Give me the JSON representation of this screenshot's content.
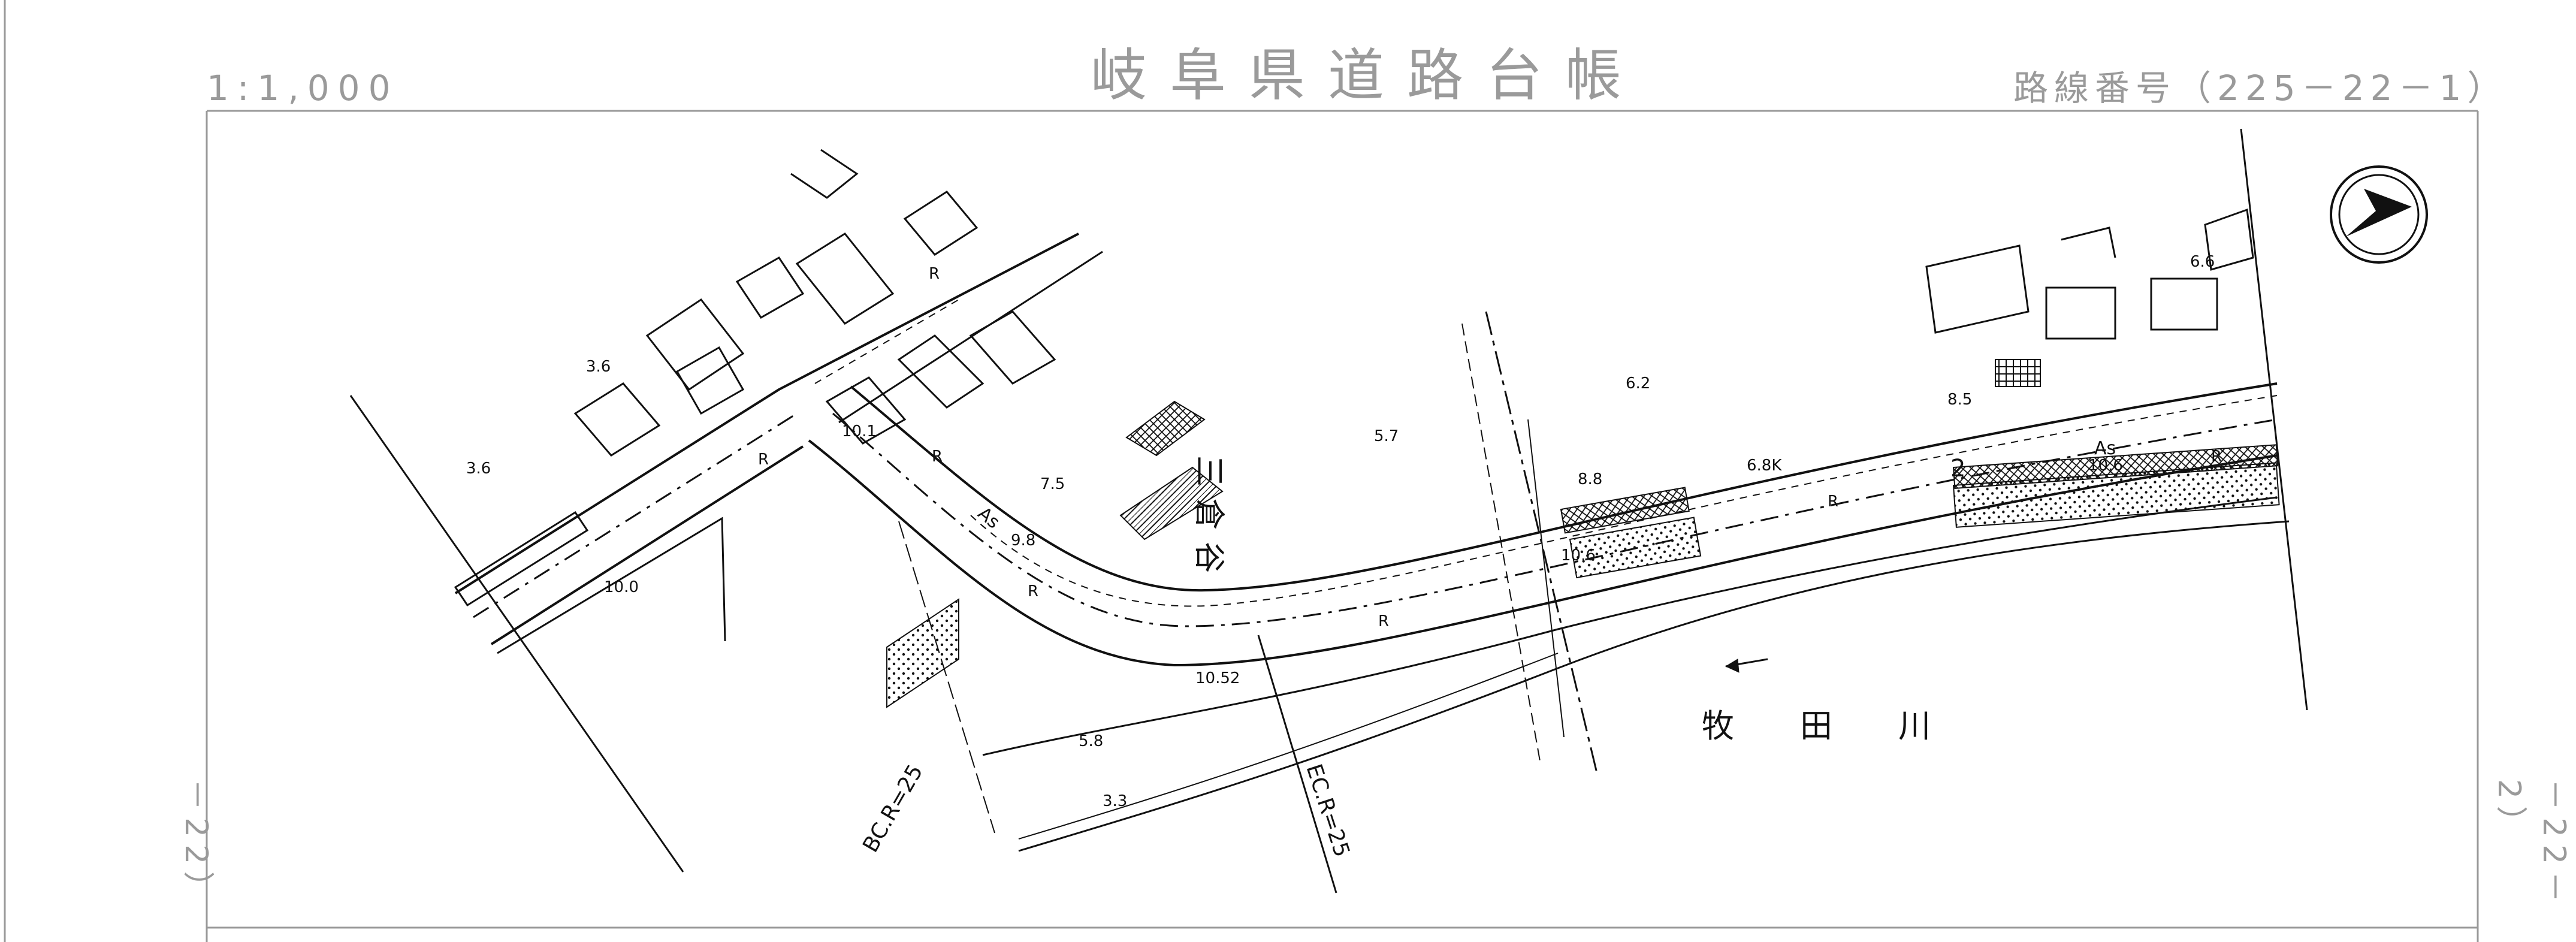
{
  "header": {
    "scale": "1:1,000",
    "title": "岐阜県道路台帳",
    "route_number": "路線番号（225－22－1）"
  },
  "side_labels": {
    "left": "－22）",
    "right": "－22－2）"
  },
  "map": {
    "road_name": "三倉谷",
    "river_name": "牧田川",
    "curve_labels": [
      "BC.R=25",
      "EC.R=25"
    ],
    "surface_labels": [
      "As",
      "As"
    ],
    "marks": [
      "R",
      "R",
      "R",
      "R",
      "R",
      "R",
      "R"
    ],
    "distance_marker": "2",
    "elevations": [
      "3.6",
      "3.6",
      "10.1",
      "7.5",
      "9.8",
      "10.0",
      "5.7",
      "6.2",
      "8.5",
      "8.8",
      "6.8K",
      "10.6",
      "10.6",
      "6.6",
      "10.52",
      "5.8",
      "3.3"
    ],
    "compass": "north-arrow"
  }
}
